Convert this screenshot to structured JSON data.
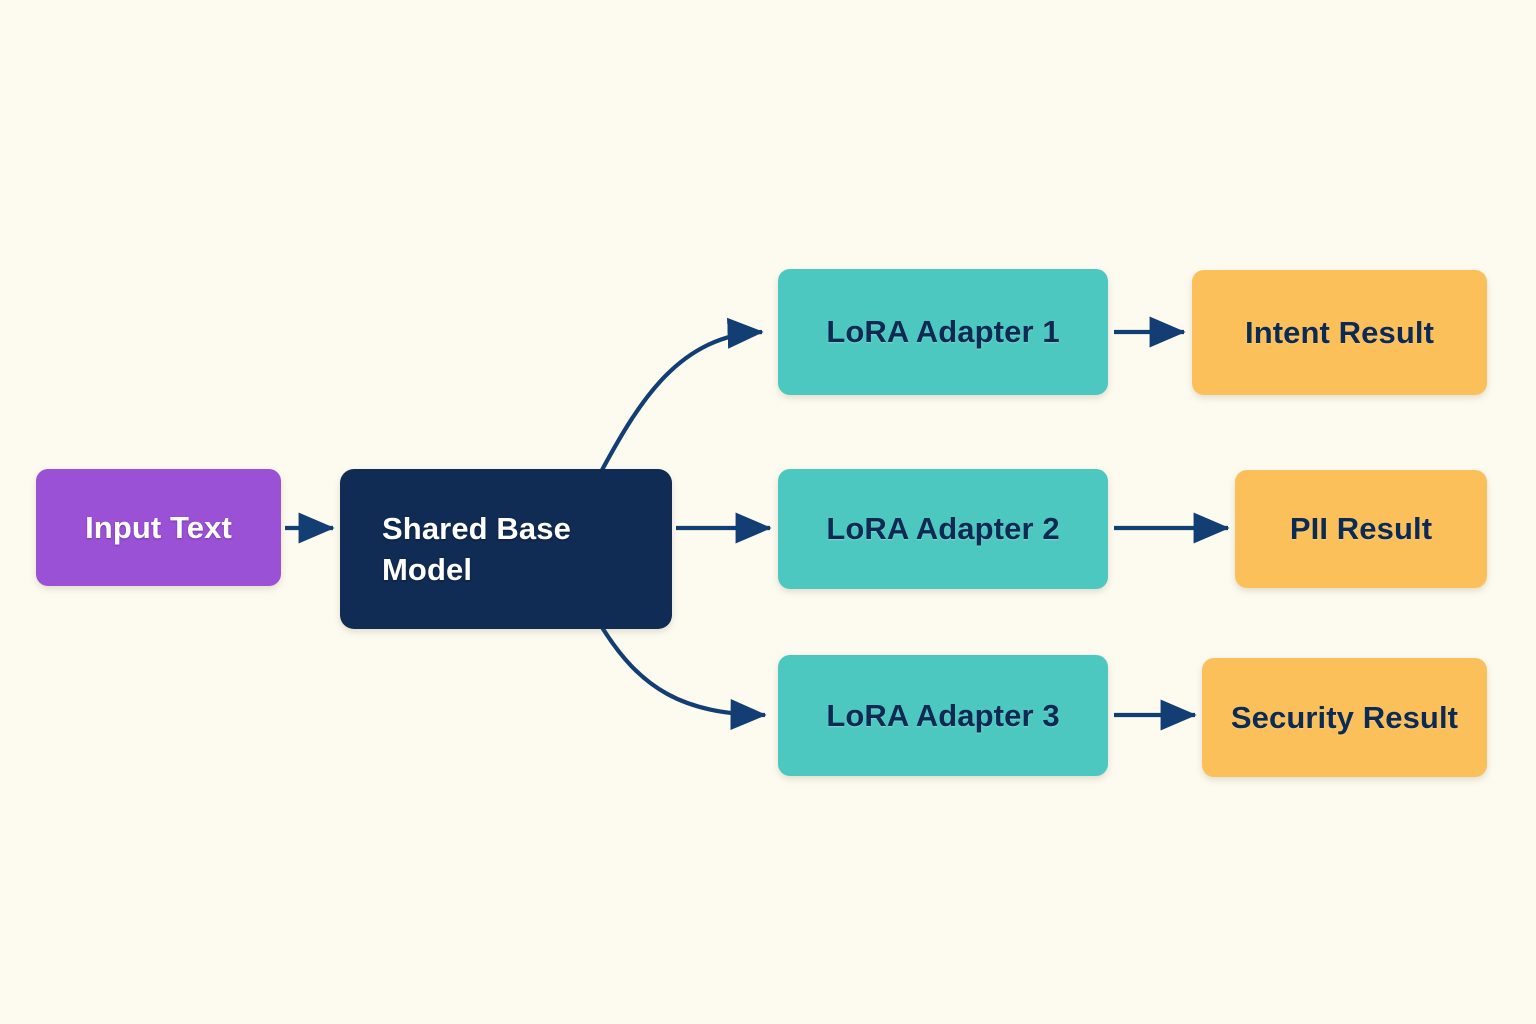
{
  "diagram": {
    "title": "Shared base model with LoRA adapters routing to task results",
    "background_color": "#FDFBF0",
    "edge_color": "#123E73",
    "nodes": {
      "input": {
        "label": "Input Text",
        "fill": "#9B51D6",
        "text_color": "#FFFFFF"
      },
      "base": {
        "label": "Shared Base\nModel",
        "fill": "#102C54",
        "text_color": "#FFFFFF"
      },
      "adapters": [
        {
          "label": "LoRA Adapter 1",
          "fill": "#4DC8C0",
          "text_color": "#0D2B52"
        },
        {
          "label": "LoRA Adapter 2",
          "fill": "#4DC8C0",
          "text_color": "#0D2B52"
        },
        {
          "label": "LoRA Adapter 3",
          "fill": "#4DC8C0",
          "text_color": "#0D2B52"
        }
      ],
      "results": [
        {
          "label": "Intent Result",
          "fill": "#FBC05A",
          "text_color": "#0D2B52"
        },
        {
          "label": "PII Result",
          "fill": "#FBC05A",
          "text_color": "#0D2B52"
        },
        {
          "label": "Security Result",
          "fill": "#FBC05A",
          "text_color": "#0D2B52"
        }
      ]
    },
    "edges": [
      {
        "from": "Input Text",
        "to": "Shared Base Model",
        "style": "straight"
      },
      {
        "from": "Shared Base Model",
        "to": "LoRA Adapter 1",
        "style": "curved-up"
      },
      {
        "from": "Shared Base Model",
        "to": "LoRA Adapter 2",
        "style": "straight"
      },
      {
        "from": "Shared Base Model",
        "to": "LoRA Adapter 3",
        "style": "curved-down"
      },
      {
        "from": "LoRA Adapter 1",
        "to": "Intent Result",
        "style": "straight"
      },
      {
        "from": "LoRA Adapter 2",
        "to": "PII Result",
        "style": "straight"
      },
      {
        "from": "LoRA Adapter 3",
        "to": "Security Result",
        "style": "straight"
      }
    ]
  }
}
